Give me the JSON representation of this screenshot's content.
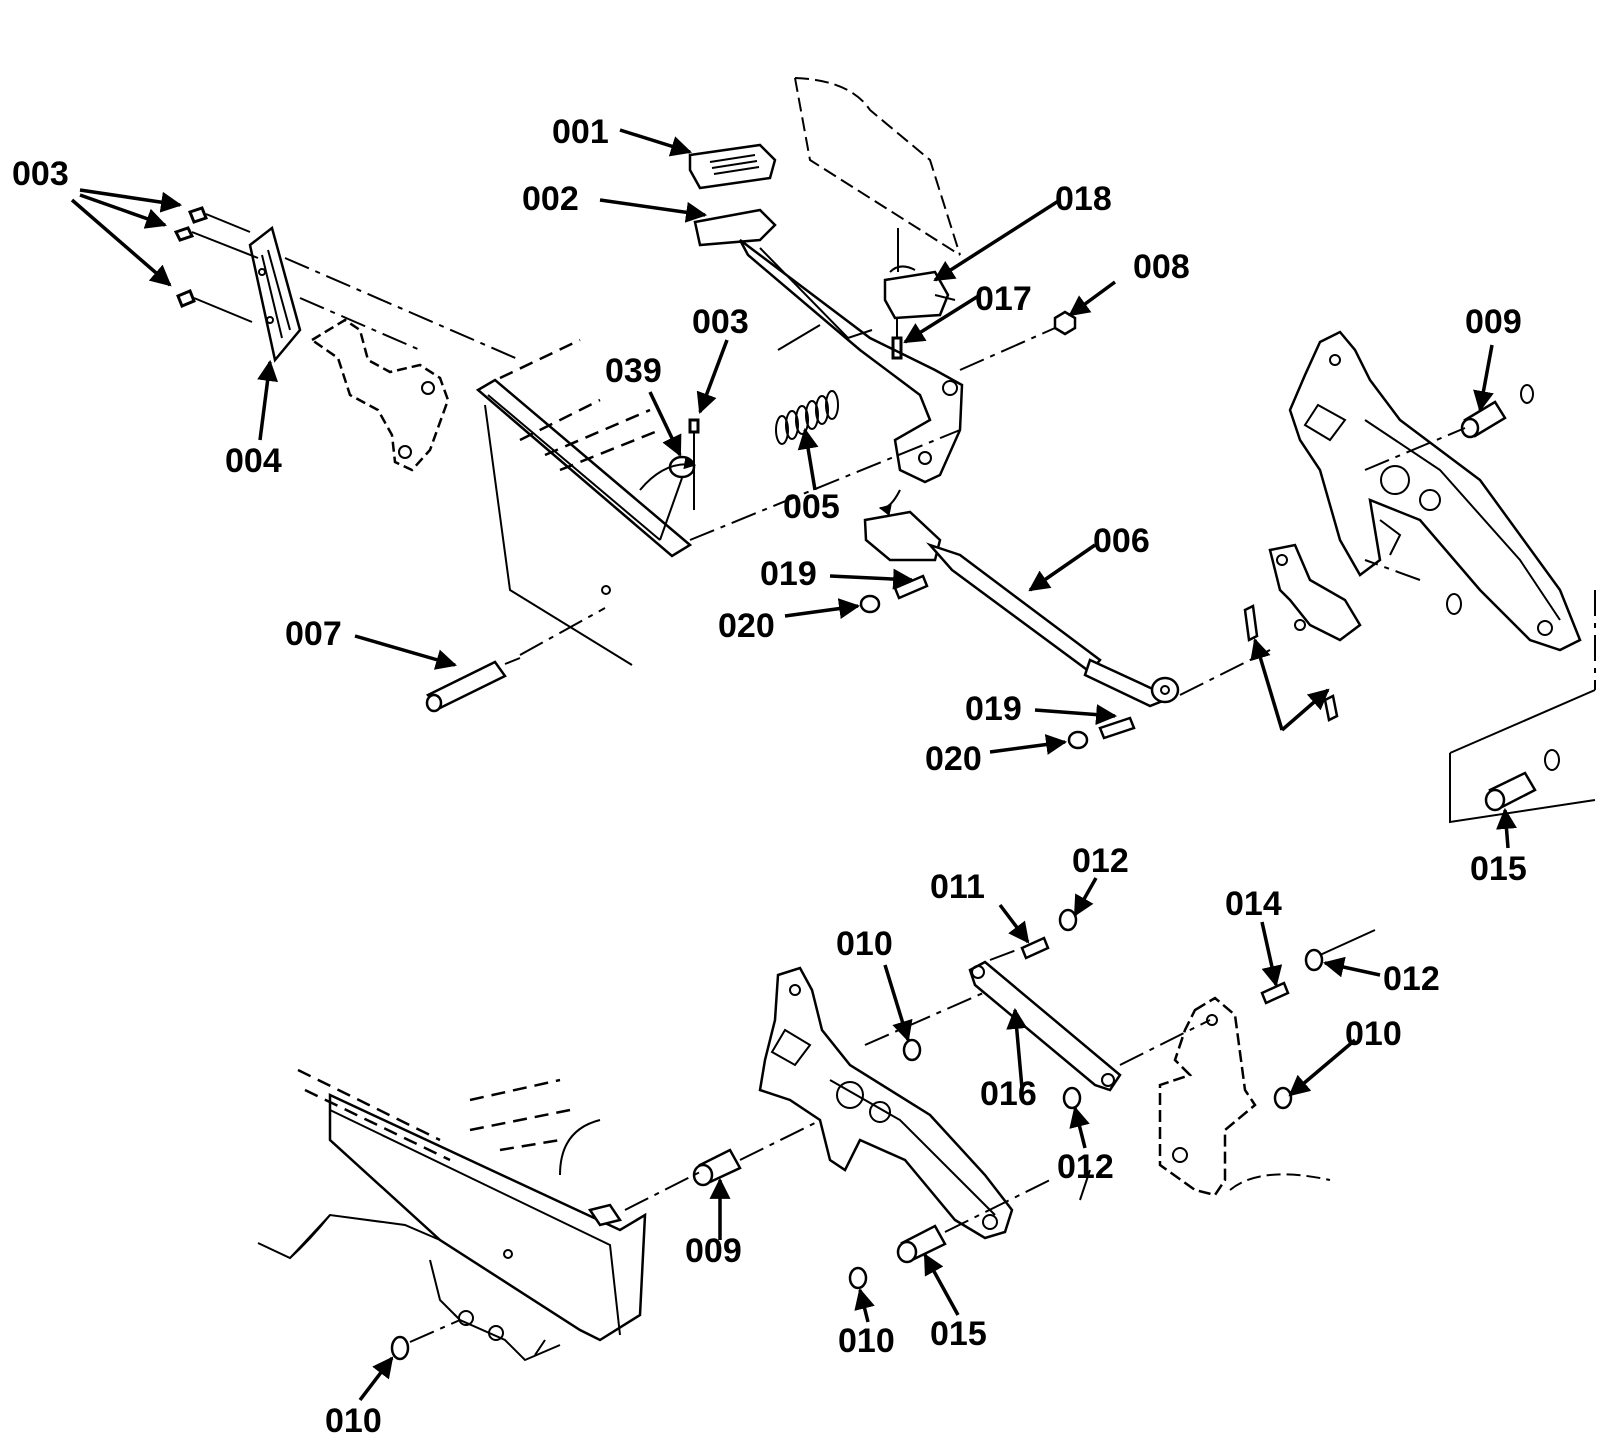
{
  "labels": {
    "l001": "001",
    "l002": "002",
    "l003a": "003",
    "l003b": "003",
    "l004": "004",
    "l005": "005",
    "l006": "006",
    "l007": "007",
    "l008": "008",
    "l009a": "009",
    "l009b": "009",
    "l010a": "010",
    "l010b": "010",
    "l010c": "010",
    "l010d": "010",
    "l011": "011",
    "l012a": "012",
    "l012b": "012",
    "l012c": "012",
    "l014": "014",
    "l015a": "015",
    "l015b": "015",
    "l016": "016",
    "l017": "017",
    "l018": "018",
    "l019a": "019",
    "l019b": "019",
    "l020a": "020",
    "l020b": "020",
    "l039": "039"
  }
}
